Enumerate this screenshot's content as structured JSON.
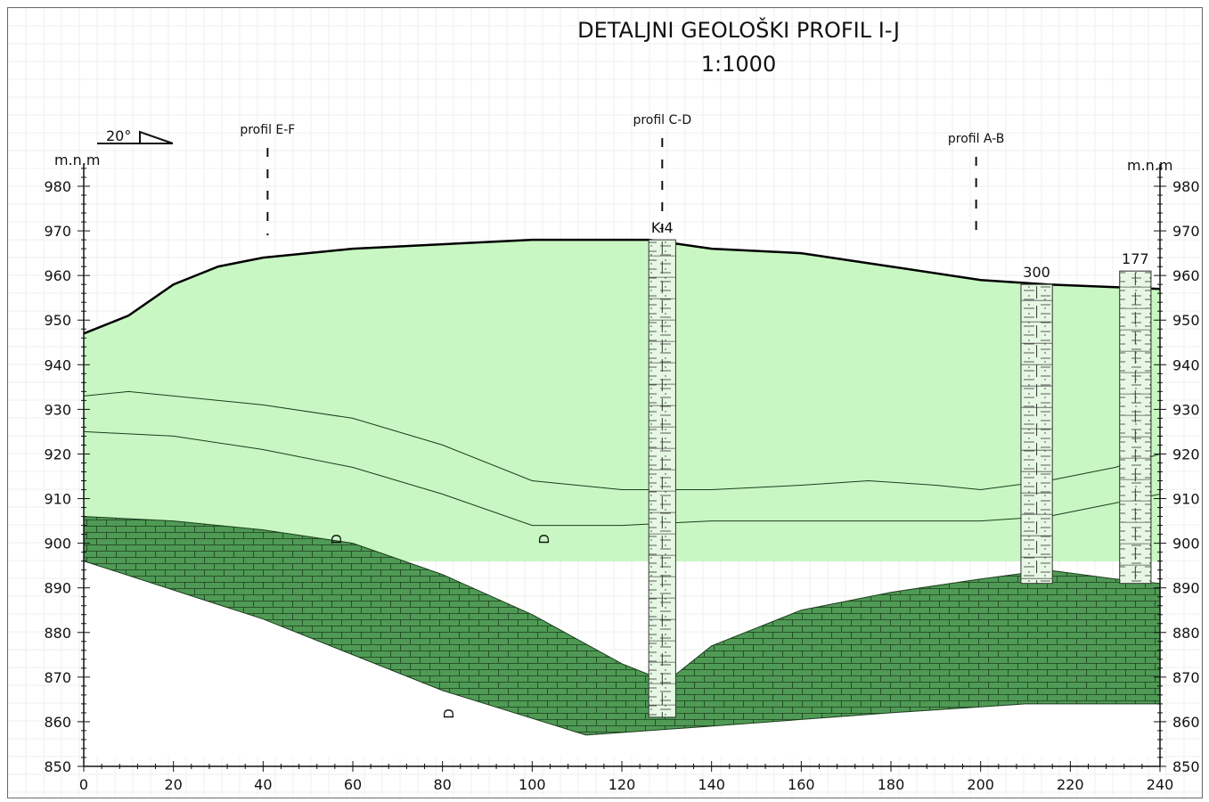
{
  "title": "DETALJNI GEOLOŠKI PROFIL I-J",
  "scale": "1:1000",
  "slope_label": "20°",
  "unit_label_left": "m.n.m",
  "unit_label_right": "m.n.m",
  "profile_markers": [
    {
      "label": "profil E-F",
      "x": 41
    },
    {
      "label": "profil C-D",
      "x": 129
    },
    {
      "label": "profil A-B",
      "x": 199
    }
  ],
  "boreholes": [
    {
      "label": "K-4",
      "x_from": 126,
      "x_to": 132,
      "top": 968,
      "bottom": 861
    },
    {
      "label": "300",
      "x_from": 209,
      "x_to": 216,
      "top": 958,
      "bottom": 891
    },
    {
      "label": "177",
      "x_from": 231,
      "x_to": 238,
      "top": 961,
      "bottom": 891
    }
  ],
  "symbols": [
    "D",
    "D",
    "D"
  ],
  "axes": {
    "x_ticks": [
      0,
      20,
      40,
      60,
      80,
      100,
      120,
      140,
      160,
      180,
      200,
      220,
      240
    ],
    "y_ticks": [
      850,
      860,
      870,
      880,
      890,
      900,
      910,
      920,
      930,
      940,
      950,
      960,
      970,
      980
    ],
    "x_range": [
      0,
      240
    ],
    "y_range": [
      850,
      985
    ]
  },
  "layers": [
    {
      "id": "bedrock",
      "color": "#4f9a55",
      "pattern": "brick",
      "top": [
        [
          0,
          906
        ],
        [
          20,
          905
        ],
        [
          40,
          903
        ],
        [
          60,
          900
        ],
        [
          80,
          893
        ],
        [
          100,
          884
        ],
        [
          120,
          873
        ],
        [
          130,
          869
        ],
        [
          140,
          877
        ],
        [
          160,
          885
        ],
        [
          180,
          889
        ],
        [
          200,
          892
        ],
        [
          215,
          894
        ],
        [
          230,
          892
        ],
        [
          240,
          891
        ]
      ],
      "bottom": [
        [
          0,
          896
        ],
        [
          40,
          883
        ],
        [
          80,
          867
        ],
        [
          112,
          857
        ],
        [
          140,
          859
        ],
        [
          180,
          862
        ],
        [
          210,
          864
        ],
        [
          240,
          864
        ]
      ]
    },
    {
      "id": "gravel",
      "color": "#6fcf6a",
      "pattern": "gravel",
      "top": [
        [
          0,
          925
        ],
        [
          20,
          924
        ],
        [
          40,
          921
        ],
        [
          60,
          917
        ],
        [
          80,
          911
        ],
        [
          100,
          904
        ],
        [
          120,
          904
        ],
        [
          140,
          905
        ],
        [
          160,
          905
        ],
        [
          180,
          905
        ],
        [
          200,
          905
        ],
        [
          215,
          906
        ],
        [
          230,
          909
        ],
        [
          240,
          911
        ]
      ]
    },
    {
      "id": "sand",
      "color": "#9fe39a",
      "pattern": "dots",
      "top": [
        [
          0,
          933
        ],
        [
          10,
          934
        ],
        [
          20,
          933
        ],
        [
          40,
          931
        ],
        [
          60,
          928
        ],
        [
          80,
          922
        ],
        [
          100,
          914
        ],
        [
          120,
          912
        ],
        [
          140,
          912
        ],
        [
          160,
          913
        ],
        [
          175,
          914
        ],
        [
          190,
          913
        ],
        [
          200,
          912
        ],
        [
          215,
          914
        ],
        [
          230,
          917
        ],
        [
          240,
          920
        ]
      ]
    },
    {
      "id": "clay",
      "color": "#c8f7c3",
      "pattern": "none",
      "top": [
        [
          0,
          947
        ],
        [
          10,
          951
        ],
        [
          20,
          958
        ],
        [
          30,
          962
        ],
        [
          40,
          964
        ],
        [
          60,
          966
        ],
        [
          80,
          967
        ],
        [
          100,
          968
        ],
        [
          126,
          968
        ],
        [
          140,
          966
        ],
        [
          160,
          965
        ],
        [
          180,
          962
        ],
        [
          200,
          959
        ],
        [
          215,
          958
        ],
        [
          240,
          957
        ]
      ]
    }
  ]
}
